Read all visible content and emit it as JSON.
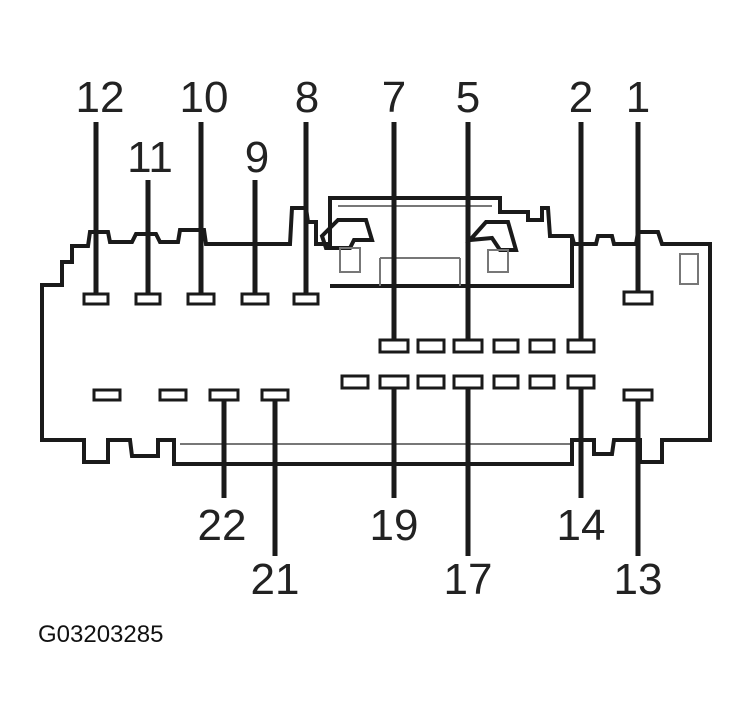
{
  "connector": {
    "reference_code": "G03203285",
    "top_pin_labels": [
      "12",
      "11",
      "10",
      "9",
      "8",
      "7",
      "5",
      "2",
      "1"
    ],
    "bottom_pin_labels": [
      "22",
      "21",
      "19",
      "17",
      "14",
      "13"
    ]
  }
}
